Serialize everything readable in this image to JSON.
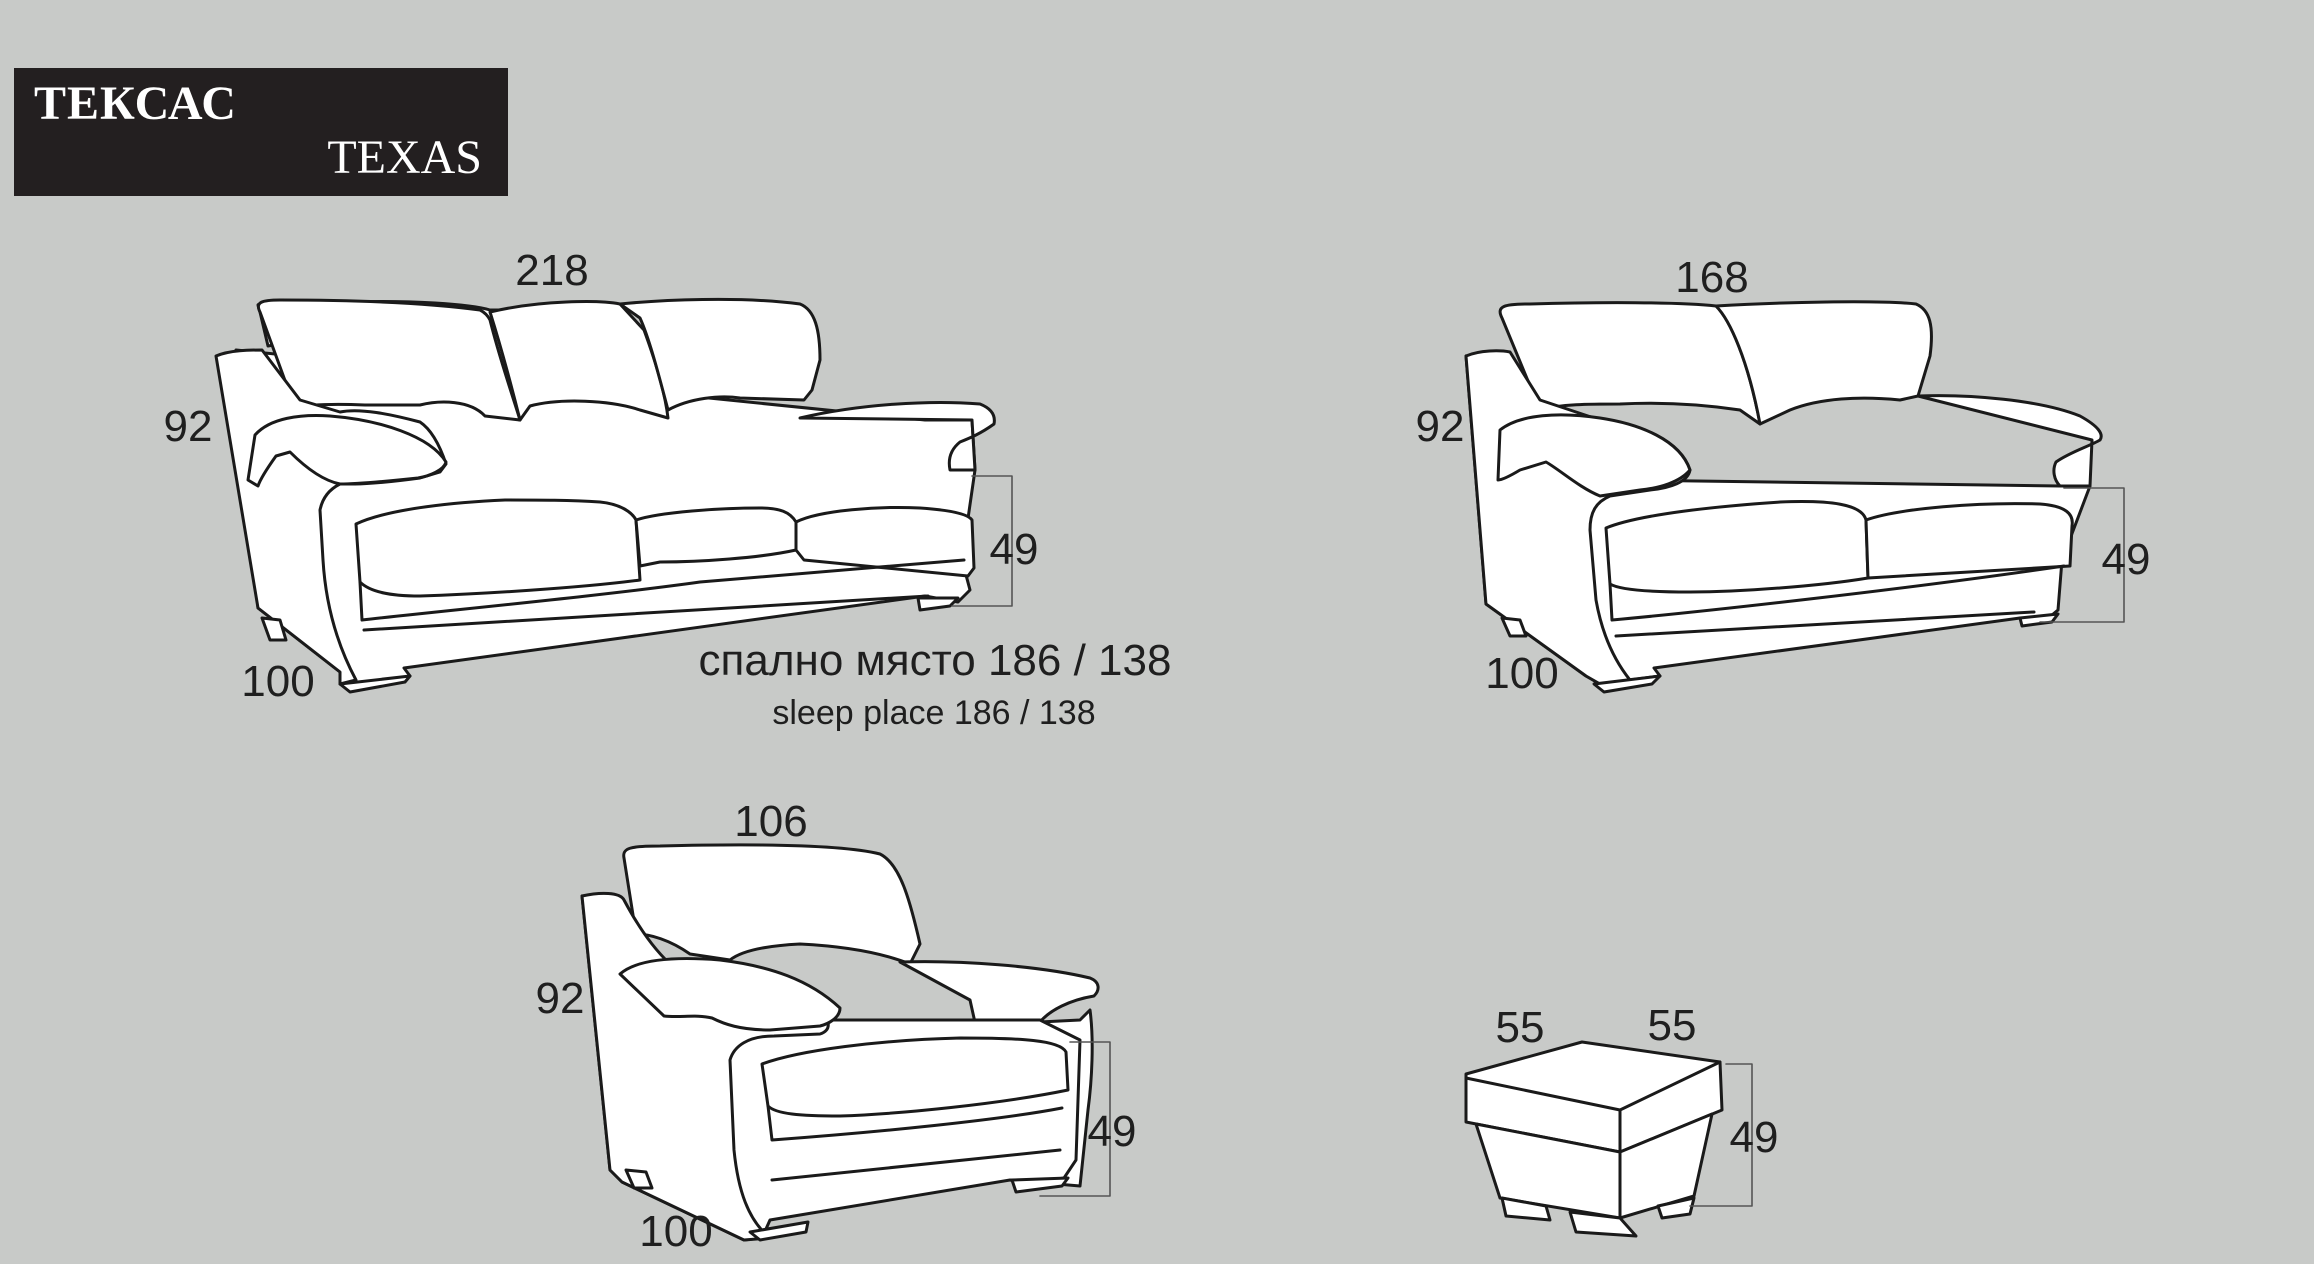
{
  "title": {
    "bg": "ТЕКСАС",
    "en": "TEXAS"
  },
  "sofa3": {
    "width": "218",
    "height": "92",
    "depth": "100",
    "seat": "49",
    "sleep_bg": "спално място 186 / 138",
    "sleep_en": "sleep place 186 / 138"
  },
  "sofa2": {
    "width": "168",
    "height": "92",
    "depth": "100",
    "seat": "49"
  },
  "armchair": {
    "width": "106",
    "height": "92",
    "depth": "100",
    "seat": "49"
  },
  "pouf": {
    "width": "55",
    "depth": "55",
    "seat": "49"
  },
  "colors": {
    "background": "#c8cac8",
    "title_box": "#231f20",
    "line": "#1a1a1a"
  }
}
